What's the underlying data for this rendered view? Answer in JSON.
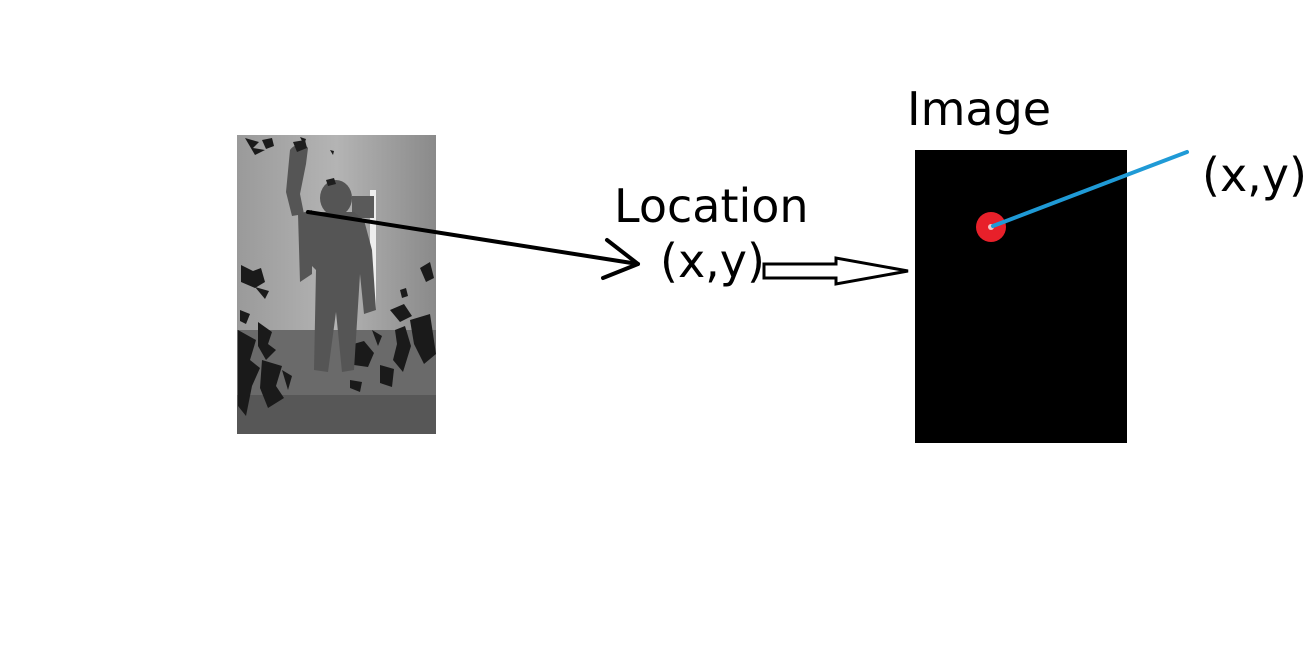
{
  "labels": {
    "location": "Location",
    "location_coords": "(x,y)",
    "image_title": "Image",
    "image_coords": "(x,y)"
  },
  "colors": {
    "background": "#ffffff",
    "ink": "#000000",
    "point_marker": "#e8202a",
    "pointer_line": "#1f9ad6"
  },
  "icons": [
    "depth-map-thumbnail",
    "double-outline-arrow"
  ]
}
